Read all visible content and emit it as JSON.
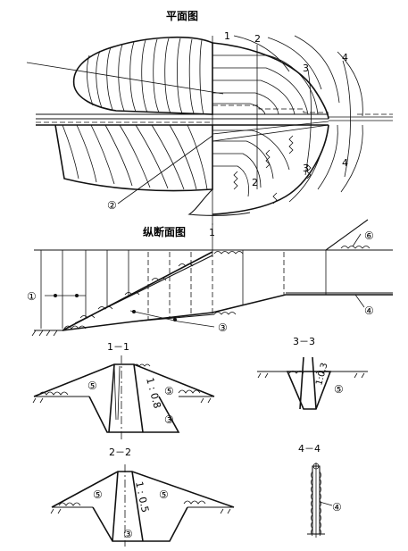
{
  "titles": {
    "plan": "平面图",
    "longitudinal": "纵断面图",
    "sec11": "1－1",
    "sec33": "3－3",
    "sec22": "2－2",
    "sec44": "4－4"
  },
  "plan_labels": {
    "s1_top": "1",
    "s2_top": "2",
    "s3_top": "3",
    "s4_top": "4",
    "s1_bot": "1",
    "s2_bot": "2",
    "s3_bot": "3",
    "s4_bot": "4",
    "c2": "②"
  },
  "longitudinal_labels": {
    "c1": "①",
    "c3": "③",
    "c4": "④",
    "c6": "⑥"
  },
  "section_labels": {
    "s11_c5a": "⑤",
    "s11_c5b": "⑤",
    "s11_c3": "③",
    "s11_slope": "1 : 0.8",
    "s33_c5": "⑤",
    "s33_slope": "1:0.3",
    "s22_c5a": "⑤",
    "s22_c5b": "⑤",
    "s22_c3": "③",
    "s22_slope": "1 : 0.5",
    "s44_c4": "④"
  }
}
